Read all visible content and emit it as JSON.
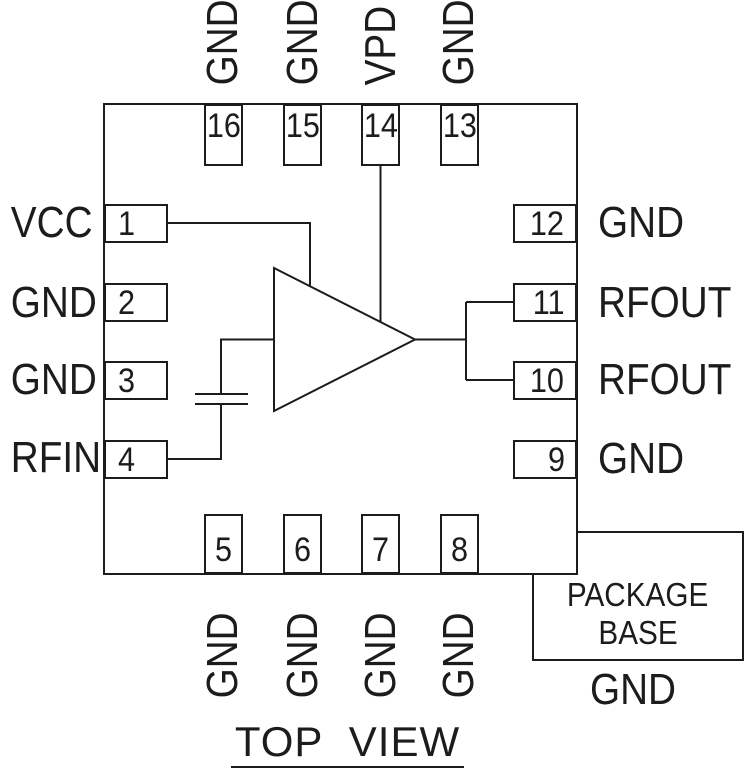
{
  "caption": "TOP  VIEW",
  "colors": {
    "line": "#1c1c1c",
    "background": "#ffffff"
  },
  "package_base": {
    "line1": "PACKAGE",
    "line2": "BASE",
    "ground_label": "GND"
  },
  "pins": {
    "p1": {
      "number": "1",
      "label": "VCC"
    },
    "p2": {
      "number": "2",
      "label": "GND"
    },
    "p3": {
      "number": "3",
      "label": "GND"
    },
    "p4": {
      "number": "4",
      "label": "RFIN"
    },
    "p5": {
      "number": "5",
      "label": "GND"
    },
    "p6": {
      "number": "6",
      "label": "GND"
    },
    "p7": {
      "number": "7",
      "label": "GND"
    },
    "p8": {
      "number": "8",
      "label": "GND"
    },
    "p9": {
      "number": "9",
      "label": "GND"
    },
    "p10": {
      "number": "10",
      "label": "RFOUT"
    },
    "p11": {
      "number": "11",
      "label": "RFOUT"
    },
    "p12": {
      "number": "12",
      "label": "GND"
    },
    "p13": {
      "number": "13",
      "label": "GND"
    },
    "p14": {
      "number": "14",
      "label": "VPD"
    },
    "p15": {
      "number": "15",
      "label": "GND"
    },
    "p16": {
      "number": "16",
      "label": "GND"
    }
  }
}
